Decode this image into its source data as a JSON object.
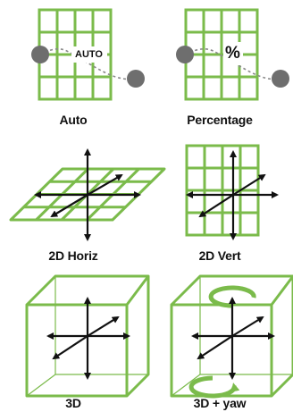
{
  "colors": {
    "grid_green": "#7bbb4b",
    "arrow_black": "#111111",
    "knob_gray": "#6e6e6e",
    "curve_gray": "#8a8a8a"
  },
  "modes": [
    {
      "label": "Auto",
      "badge": "AUTO",
      "icon": "auto-grid-icon"
    },
    {
      "label": "Percentage",
      "badge": "%",
      "icon": "percentage-grid-icon"
    },
    {
      "label": "2D Horiz",
      "icon": "horizontal-plane-axes-icon"
    },
    {
      "label": "2D Vert",
      "icon": "vertical-plane-axes-icon"
    },
    {
      "label": "3D",
      "icon": "cube-axes-icon"
    },
    {
      "label": "3D + yaw",
      "icon": "cube-yaw-rotation-icon"
    }
  ]
}
